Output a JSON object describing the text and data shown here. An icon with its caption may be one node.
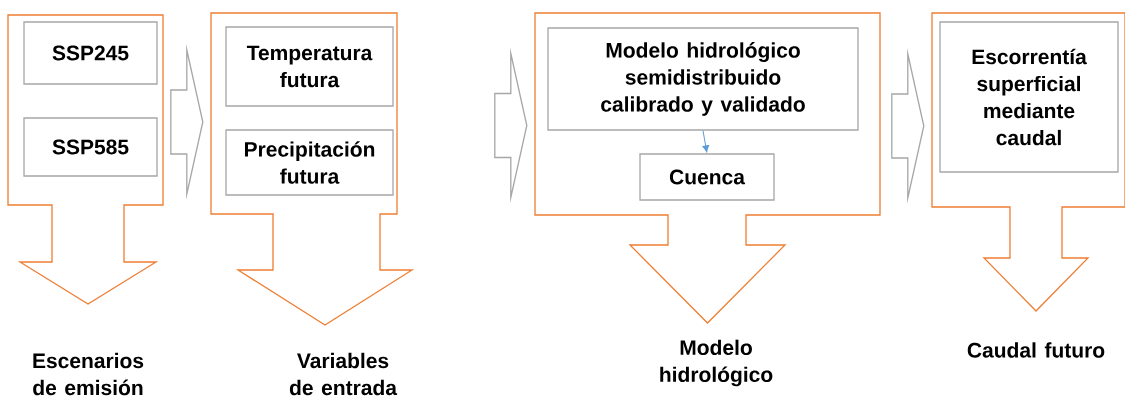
{
  "diagram": {
    "nodes": [
      {
        "text": [
          "Escenarios de emisión"
        ]
      },
      {
        "text": [
          "SSP245"
        ],
        "in": 0
      },
      {
        "text": [
          "SSP585"
        ],
        "in": 0
      },
      {
        "text": [
          "Variables de entrada"
        ]
      },
      {
        "text": [
          "Temperatura futura"
        ],
        "in": 3
      },
      {
        "text": [
          "Precipitación futura"
        ],
        "in": 3
      },
      {
        "text": [
          "Modelo hidrológico"
        ]
      },
      {
        "text": [
          "Modelo hidrológico semidistribuido calibrado y validado"
        ],
        "in": 6
      },
      {
        "text": [
          "Cuenca"
        ],
        "in": 6
      },
      {
        "text": [
          "Caudal futuro"
        ]
      },
      {
        "text": [
          "Escorrentía superficial mediante caudal"
        ],
        "in": 9
      }
    ],
    "edges": [
      {
        "from": 0,
        "to": 3,
        "arrow": "to"
      },
      {
        "from": 3,
        "to": 6,
        "arrow": "to"
      },
      {
        "from": 6,
        "to": 9,
        "arrow": "to"
      },
      {
        "from": 7,
        "to": 8,
        "arrow": "to",
        "color": "#5b9bd5"
      }
    ]
  }
}
